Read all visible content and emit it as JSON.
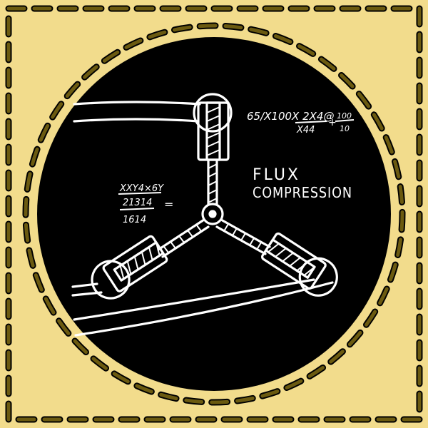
{
  "badge": {
    "background_color": "#f2dc8c",
    "stitch_color": "#6b5a10",
    "circle_color": "#000000",
    "ink_color": "#ffffff"
  },
  "sketch": {
    "subject": "flux-capacitor",
    "heading_line1": "FLUX",
    "heading_line2": "COMPRESSION",
    "formula_top_right": {
      "numerator": "65/X100X 2X4@",
      "denominator": "X44",
      "addend_numerator": "100",
      "addend_denominator": "10"
    },
    "formula_left": {
      "line1": "XXY4×6Y",
      "line2": "21314",
      "line3": "1614",
      "equals": "="
    }
  }
}
